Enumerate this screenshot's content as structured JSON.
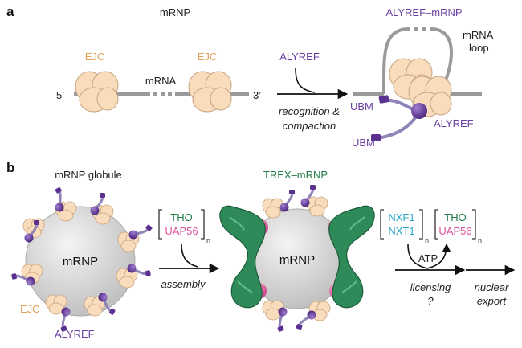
{
  "colors": {
    "ejc_fill": "#f8dcbb",
    "ejc_stroke": "#c9a37e",
    "ejc_text": "#e0a05a",
    "alyref": "#6b3fa0",
    "trex_green": "#2f8a5a",
    "trex_text": "#1f7a45",
    "nxf_cyan": "#2aa6c8",
    "uap_pink": "#e0509a",
    "rna_grey": "#9a9a9a"
  },
  "panel_a": {
    "letter": "a",
    "mrnp_label": "mRNP",
    "ejc_left": "EJC",
    "ejc_right": "EJC",
    "mrna_label": "mRNA",
    "five_prime": "5’",
    "three_prime": "3’",
    "alyref_label": "ALYREF",
    "arrow_label_line1": "recognition &",
    "arrow_label_line2": "compaction",
    "product_title": "ALYREF–mRNP",
    "loop_line1": "mRNA",
    "loop_line2": "loop",
    "ubm_top": "UBM",
    "ubm_bottom": "UBM",
    "alyref_product": "ALYREF"
  },
  "panel_b": {
    "letter": "b",
    "globule_title": "mRNP globule",
    "globule_center": "mRNP",
    "ejc_label": "EJC",
    "alyref_label": "ALYREF",
    "tho": "THO",
    "uap56": "UAP56",
    "subscript_n": "n",
    "assembly": "assembly",
    "trex_title": "TREX–mRNP",
    "trex_center": "mRNP",
    "nxf1": "NXF1",
    "nxt1": "NXT1",
    "tho2": "THO",
    "uap56_2": "UAP56",
    "atp": "ATP",
    "licensing": "licensing",
    "question": "?",
    "nuclear": "nuclear",
    "export": "export"
  }
}
